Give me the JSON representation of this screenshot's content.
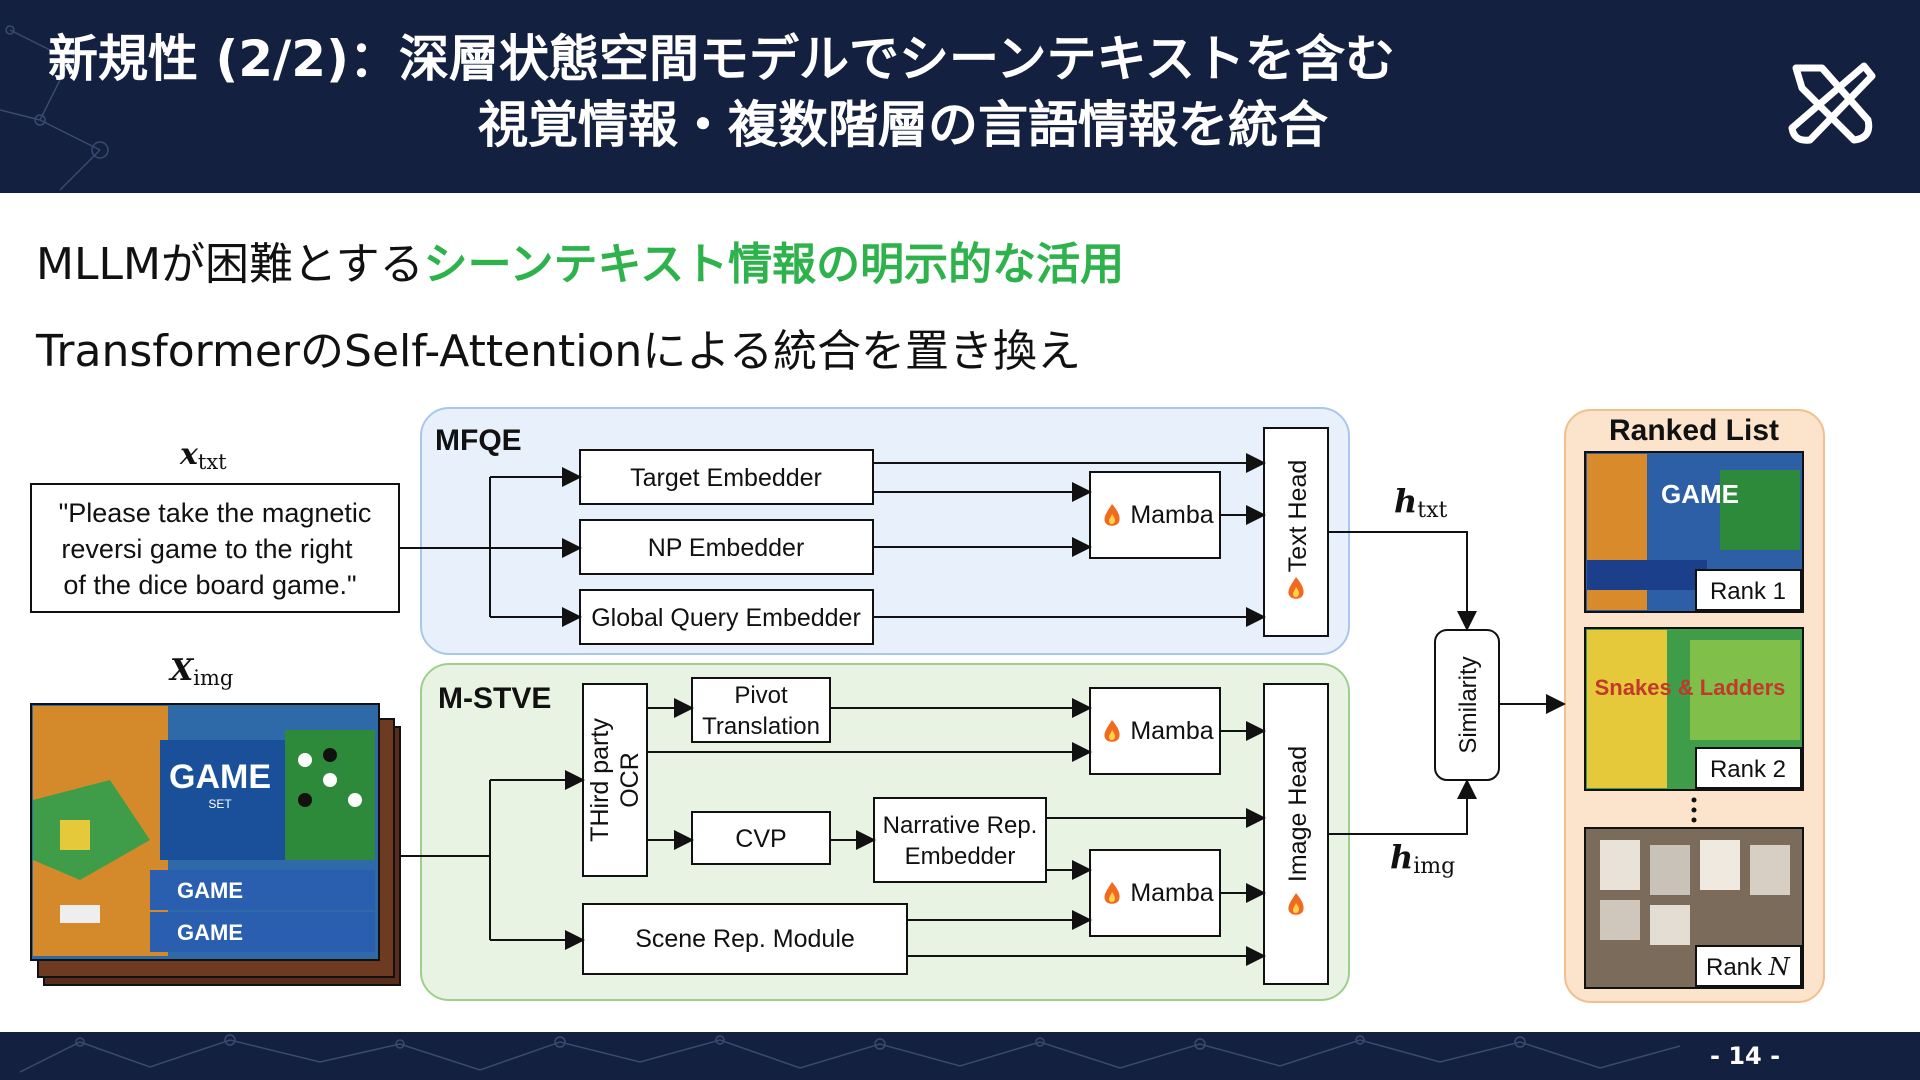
{
  "header": {
    "title_line1": "新規性 (2/2)：深層状態空間モデルでシーンテキストを含む",
    "title_line2": "視覚情報・複数階層の言語情報を統合",
    "logo_icon": "crossed-tools-icon"
  },
  "bullets": {
    "line1_plain": "MLLMが困難とする",
    "line1_highlight": "シーンテキスト情報の明示的な活用",
    "line2": "TransformerのSelf-Attentionによる統合を置き換え"
  },
  "diagram": {
    "x_txt_var": "x",
    "x_txt_sub": "txt",
    "x_img_var": "X",
    "x_img_sub": "img",
    "query_lines": [
      "\"Please take the magnetic",
      "reversi game to the right",
      "of the dice board game.\""
    ],
    "mfqe_label": "MFQE",
    "mstve_label": "M-STVE",
    "target_embedder": "Target Embedder",
    "np_embedder": "NP Embedder",
    "global_query_embedder": "Global Query Embedder",
    "mamba": "Mamba",
    "text_head": "Text Head",
    "image_head": "Image Head",
    "ocr_line1": "THird party",
    "ocr_line2": "OCR",
    "pivot_line1": "Pivot",
    "pivot_line2": "Translation",
    "cvp": "CVP",
    "narrative_line1": "Narrative Rep.",
    "narrative_line2": "Embedder",
    "scene_rep": "Scene Rep. Module",
    "h_txt_var": "h",
    "h_txt_sub": "txt",
    "h_img_var": "h",
    "h_img_sub": "img",
    "similarity": "Similarity",
    "ranked_list": "Ranked List",
    "rank1": "Rank 1",
    "rank2": "Rank 2",
    "rankN_prefix": "Rank",
    "rankN_var": "N",
    "game_box_word": "GAME",
    "game_box_small": "SET",
    "rank2_game_title": "Snakes & Ladders",
    "flame_icon": "flame-icon"
  },
  "footer": {
    "page_number": "- 14 -"
  },
  "colors": {
    "navy": "#13203f",
    "highlight_green": "#2eb24b",
    "mfqe_fill": "#e8f1fb",
    "mfqe_border": "#a9c7ea",
    "mstve_fill": "#e9f3e4",
    "mstve_border": "#9fcf8e",
    "ranked_fill": "#fbe3cc",
    "ranked_border": "#f0c08f",
    "flame": "#f06a1f"
  }
}
